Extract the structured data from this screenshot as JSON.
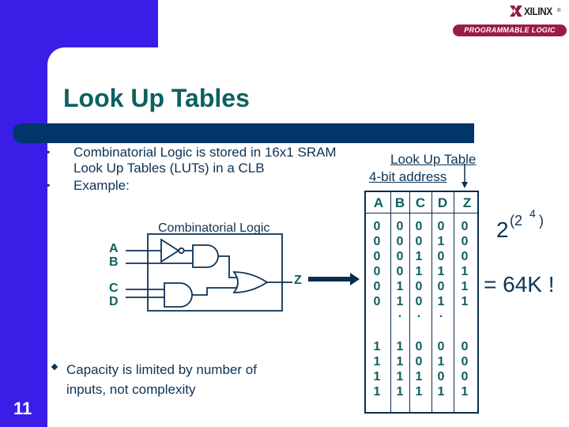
{
  "header": {
    "brand": "XILINX",
    "brand_reg": "®",
    "tagline": "PROGRAMMABLE LOGIC"
  },
  "slide": {
    "title": "Look Up Tables",
    "number": "11",
    "bullets": [
      "Combinatorial Logic is stored in 16x1 SRAM Look Up Tables (LUTs) in a CLB",
      "Example:"
    ],
    "bullet_line1": "Combinatorial Logic is stored in 16x1 SRAM",
    "bullet_line2": "Look Up Tables (LUTs) in a CLB",
    "bullet_example": "Example:",
    "capacity_line1": "Capacity is limited by number  of",
    "capacity_line2": "inputs, not complexity"
  },
  "diagram": {
    "label": "Combinatorial Logic",
    "inputs": [
      "A",
      "B",
      "C",
      "D"
    ],
    "output": "Z",
    "icons": [
      "not-gate-icon",
      "and-gate-icon",
      "and-gate-icon",
      "or-gate-icon",
      "right-arrow-icon"
    ]
  },
  "lut": {
    "caption_top": "Look Up Table",
    "caption_address": "4-bit address",
    "headers": [
      "A",
      "B",
      "C",
      "D",
      "Z"
    ],
    "rows_top": [
      [
        "0",
        "0",
        "0",
        "0",
        "0"
      ],
      [
        "0",
        "0",
        "0",
        "1",
        "0"
      ],
      [
        "0",
        "0",
        "1",
        "0",
        "0"
      ],
      [
        "0",
        "0",
        "1",
        "1",
        "1"
      ],
      [
        "0",
        "1",
        "0",
        "0",
        "1"
      ],
      [
        "0",
        "1",
        "0",
        "1",
        "1"
      ]
    ],
    "ellipsis": [
      "",
      ".",
      ".",
      ".",
      ""
    ],
    "rows_bottom": [
      [
        "1",
        "1",
        "0",
        "0",
        "0"
      ],
      [
        "1",
        "1",
        "0",
        "1",
        "0"
      ],
      [
        "1",
        "1",
        "1",
        "0",
        "0"
      ],
      [
        "1",
        "1",
        "1",
        "1",
        "1"
      ]
    ]
  },
  "formula": {
    "base": "2",
    "exp_open": "(2",
    "exp_inner": "4",
    "exp_close": ")",
    "result": "= 64K !"
  },
  "colors": {
    "background_blue": "#3a1ee8",
    "title_teal": "#0e6060",
    "bar_navy": "#00366a",
    "text_navy": "#0d3355",
    "badge_maroon": "#9b1a4c"
  }
}
